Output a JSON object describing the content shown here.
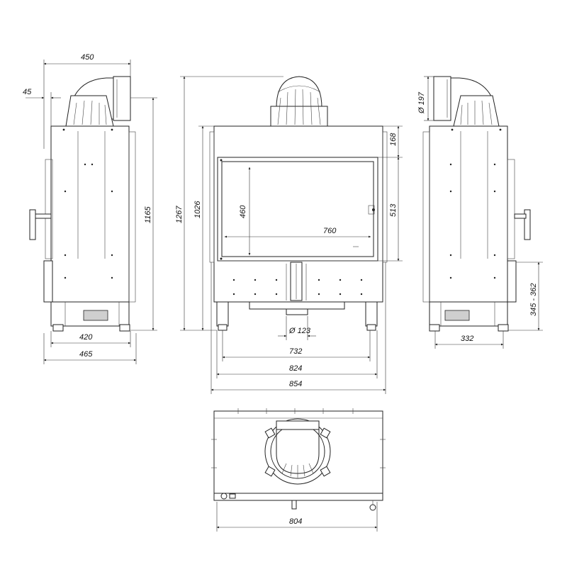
{
  "dimensions": {
    "side_top_width": "450",
    "side_offset": "45",
    "side_height_1165": "1165",
    "side_leg_width": "420",
    "side_total_width": "465",
    "front_total_height": "1267",
    "front_body_height": "1026",
    "front_glass_height": "460",
    "front_glass_width": "760",
    "front_top_panel": "168",
    "front_door_height": "513",
    "front_duct_diameter": "Ø 123",
    "front_inner_width": "732",
    "front_frame_width": "824",
    "front_total_width": "854",
    "right_flue_diameter": "Ø 197",
    "right_height_range": "345 - 362",
    "right_leg_width": "332",
    "top_width": "804"
  },
  "colors": {
    "line": "#222222",
    "background": "#ffffff",
    "fill": "#cfcfcf"
  }
}
